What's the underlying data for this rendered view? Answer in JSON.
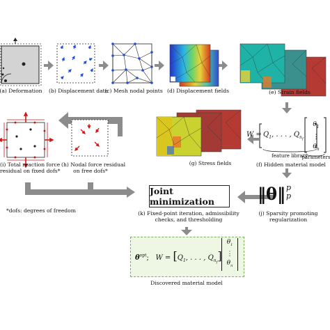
{
  "captions": {
    "a": "(a) Deformation",
    "b": "(b) Displacement data",
    "c": "(c) Mesh nodal points",
    "d": "(d) Displacement fields",
    "e": "(e) Strain fields",
    "f": "(f) Hidden material model",
    "g": "(g) Stress fields",
    "h1": "(h) Nodal force residual",
    "h2": "on free dofs*",
    "i1": "(i) Total reaction force",
    "i2": "residual on fixed dofs*",
    "j1": "(j) Sparsity promoting",
    "j2": "regularization",
    "k1": "(k) Fixed-point iteration, admissibility",
    "k2": "checks, and thresholding",
    "disc": "Discovered material model",
    "footnote": "*dofs: degrees of freedom"
  },
  "joint": "Joint minimization",
  "model": {
    "W": "W =",
    "Q1": "Q",
    "Q1sub": "1",
    "dots": ", . . . , ",
    "Qn": "Q",
    "Qnsub": "n",
    "Qnsubsub": "f",
    "feature_library": "feature library",
    "parameters": "parameters",
    "theta1": "θ",
    "theta1sub": "1",
    "thetan": "θ",
    "thetansub": "n",
    "vdots": "⋮"
  },
  "reg": {
    "norm": "‖θ‖",
    "p_sup": "p",
    "p_sub": "p"
  },
  "result": {
    "theta": "θ",
    "opt": "opt",
    "semicolon": ";",
    "W": "W =",
    "Q1": "Q",
    "Q1sub": "1",
    "dots": ", . . . , ",
    "Qn": "Q",
    "Qnsub": "n",
    "Qnsubsub": "f",
    "theta1": "θ",
    "theta1sub": "1",
    "thetan": "θ",
    "thetansub": "n",
    "vdots": "⋮"
  },
  "colors": {
    "arrow": "#8c8c8c",
    "displacement_blue": "#1f4fd6",
    "reaction_red": "#d01616",
    "accent_green_box": "#eef6e4",
    "green_border": "#7fae5c",
    "strain_teal": "#1aa89a",
    "stress_red": "#b8352f",
    "stress_yellow": "#d8c923"
  },
  "icons": {
    "arrow": "gray-flow-arrow",
    "deformed-square": "deformation-icon"
  }
}
